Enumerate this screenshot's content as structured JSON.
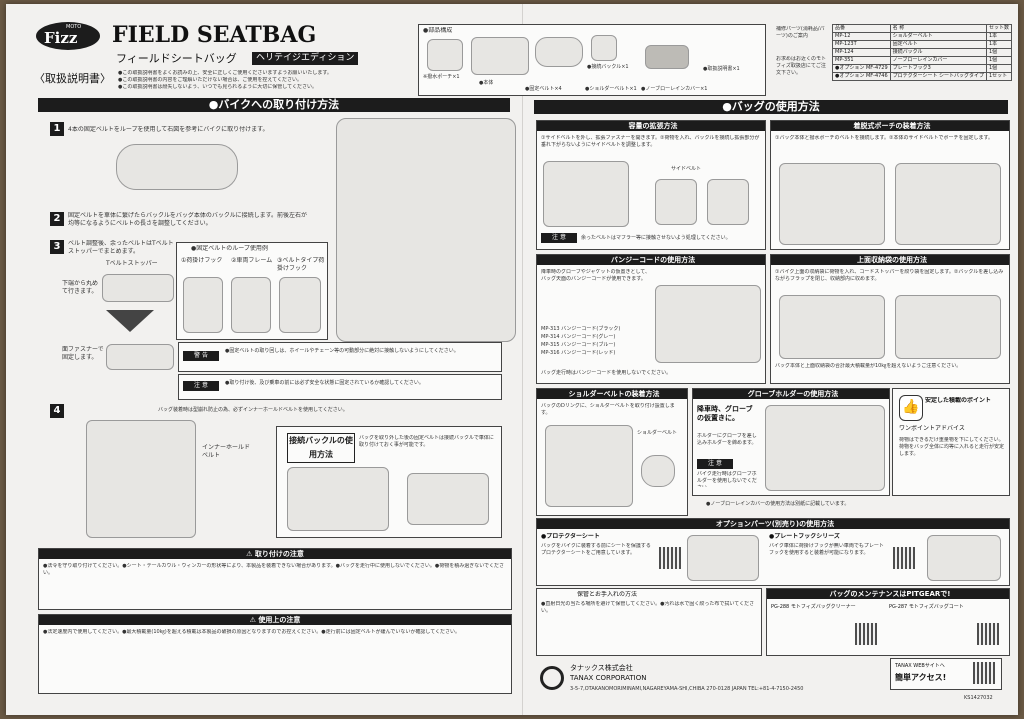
{
  "header": {
    "logo_moto": "MOTO",
    "logo_fizz": "Fizz",
    "title": "FIELD SEATBAG",
    "subtitle_jp": "フィールドシートバッグ",
    "edition": "ヘリテイジエディション",
    "manual": "〈取扱説明書〉",
    "notes": [
      "●この取扱説明書をよくお読みの上、安全に正しくご使用くださいますようお願いいたします。",
      "●この取扱説明書の内容をご理解いただけない場合は、ご使用を控えてください。",
      "●この取扱説明書は紛失しないよう、いつでも見られるように大切に保管してください。"
    ]
  },
  "components": {
    "heading": "●部品構成",
    "items": [
      "※撥水ポーチ×1",
      "●本体",
      "●固定ベルト×4",
      "●ショルダーベルト×1",
      "●ノーブローレインカバー×1",
      "●接続バックル×1",
      "●取扱説明書×1"
    ]
  },
  "parts_table": {
    "caption": "補修パーツ(消耗品/パーツ)のご案内",
    "note": "お求めはお近くのモトフィズ取扱店にてご注文下さい。",
    "header": [
      "品番",
      "名 称",
      "セット数"
    ],
    "rows": [
      [
        "MP-12",
        "ショルダーベルト",
        "1本"
      ],
      [
        "MP-123T",
        "固定ベルト",
        "1本"
      ],
      [
        "MP-124",
        "接続バックル",
        "1個"
      ],
      [
        "MP-351",
        "ノーブローレインカバー",
        "1個"
      ],
      [
        "●オプション MF-4729",
        "プレートフック3",
        "1個"
      ],
      [
        "●オプション MF-4746",
        "プロテクターシート シートバッグタイプ",
        "1セット"
      ]
    ]
  },
  "left": {
    "banner": "●バイクへの取り付け方法",
    "step1": "4本の固定ベルトをループを使用して右図を参考にバイクに取り付けます。",
    "step2": "固定ベルトを車体に繋げたらバックルをバッグ本体のバックルに接続します。前後左右が均等になるようにベルトの長さを調整してください。",
    "step3": "ベルト調整後、余ったベルトはTベルトストッパーでまとめます。",
    "t_stopper": "Tベルトストッパー",
    "roll": "下端から丸めて行きます。",
    "fastener": "面ファスナーで固定します。",
    "loop_title": "●固定ベルトのループ使用例",
    "loop_items": [
      "①荷掛けフック",
      "②車両フレーム",
      "③ベルトタイプ荷掛けフック"
    ],
    "warn_label": "警 告",
    "caution_label": "注 意",
    "warn_text": "●固定ベルトの取り回しは、ホイールやチェーン等の可動部分に絶対に接触しないようにしてください。",
    "caution_text": "●取り付け後、及び乗車の前には必ず安全な状態に固定されているか確認してください。",
    "step4": "バッグ装着時は型崩れ防止の為、必ずインナーホールドベルトを使用してください。",
    "inner_belt": "インナーホールドベルト",
    "buckle_title": "接続バックルの使用方法",
    "buckle_text": "バッグを取り外した後の固定ベルトは接続バックルで車体に取り付けておく事が可能です。"
  },
  "attach_caution": {
    "title": "⚠ 取り付けの注意",
    "text": "●法令を守り取り付けてください。●シート・テールカウル・ウィンカーの形状等により、本製品を装着できない場合があります。●バッグを走行中に使用しないでください。●荷物を積み過ぎないでください。"
  },
  "use_caution": {
    "title": "⚠ 使用上の注意",
    "text": "●法定速度内で使用してください。●最大積載量(10㎏)を超える積載は本製品の破損の原因となりますのでお控えください。●走行前には固定ベルトが緩んでいないか確認してください。"
  },
  "right": {
    "banner": "●バッグの使用方法",
    "expand_title": "容量の拡張方法",
    "expand_text": "①サイドベルトを外し、拡張ファスナーを開きます。②荷物を入れ、バックルを接続し拡張部分が垂れ下がらないようにサイドベルトを調整します。",
    "side_belt": "サイドベルト",
    "expand_note_label": "注 意",
    "expand_note": "余ったベルトはマフラー等に接触させないよう処理してください。",
    "pouch_title": "着脱式ポーチの装着方法",
    "pouch_text": "①バッグ本体と撥水ポーチのベルトを接続します。②本体のサイドベルトでポーチを固定します。",
    "bungee_title": "バンジーコードの使用方法",
    "bungee_text": "降車時のグローブやジャケットの仮置きとして、バッグ天面のバンジーコードが使用できます。",
    "bungee_models": [
      "MP-313 バンジーコード(ブラック)",
      "MP-314 バンジーコード(グレー)",
      "MP-315 バンジーコード(ブルー)",
      "MP-316 バンジーコード(レッド)"
    ],
    "bungee_note": "バッグ走行時はバンジーコードを使用しないでください。",
    "top_title": "上面収納袋の使用方法",
    "top_text": "①バイク上面の収納袋に荷物を入れ、コードストッパーを絞り袋を固定します。②バックルを差し込みながらフラップを閉じ、収納部内に収めます。",
    "top_note": "バッグ本体と上面収納袋の合計最大積載量が10㎏を超えないようご注意ください。",
    "shoulder_title": "ショルダーベルトの装着方法",
    "shoulder_text": "バッグのDリングに、ショルダーベルトを取り付け設置します。",
    "shoulder_label": "ショルダーベルト",
    "glove_title": "グローブホルダーの使用方法",
    "glove_big": "降車時、グローブの仮置きに。",
    "glove_text": "ホルダーにグローブを差し込みホルダーを締めます。",
    "glove_note": "バイク走行時はグローブホルダーを使用しないでください。",
    "advice_title": "安定した積載のポイント",
    "advice_sub": "ワンポイントアドバイス",
    "advice_text": "荷物はできるだけ重量物を下にしてください。荷物をバッグ全体に均等に入れると走行が安定します。",
    "rain_note": "●ノーブローレインカバーの使用方法は別紙に記載しています。",
    "options_title": "オプションパーツ(別売り)の使用方法",
    "protector_title": "●プロテクターシート",
    "protector_text": "バッグをバイクに装着する前にシートを保護するプロテクターシートをご用意しています。",
    "plate_title": "●プレートフックシリーズ",
    "plate_text": "バイク車体に荷掛けフックが無い車両でもプレートフックを使用すると装着が可能になります。",
    "storage_title": "保管とお手入れの方法",
    "storage_text": "●直射日光の当たる場所を避けて保管してください。●汚れは水で固く絞った布で拭いてください。",
    "maint_title": "バッグのメンテナンスはPITGEARで!",
    "pg288": "PG-288 モトフィズバッグクリーナー",
    "pg287": "PG-287 モトフィズバッグコート",
    "company_jp": "タナックス株式会社",
    "company_en": "TANAX CORPORATION",
    "address": "3-5-7,OTAKANOMORIMINAMI,NAGAREYAMA-SHI,CHIBA 270-0128 JAPAN TEL:+81-4-7150-2450",
    "web_title": "TANAX WEBサイトへ",
    "web_sub": "簡単アクセス!",
    "code": "KS1427032"
  },
  "colors": {
    "ink": "#1c1c1c",
    "paper": "#f2f1ef",
    "table": "#6b5a45"
  }
}
